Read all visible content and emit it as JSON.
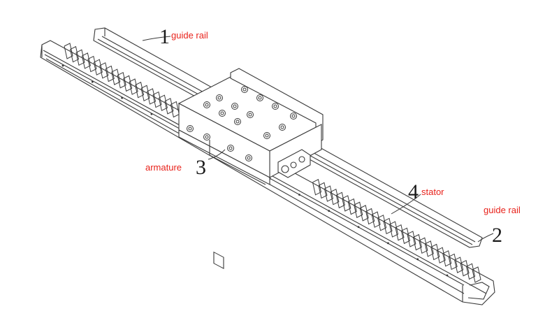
{
  "labels": {
    "guide_rail_1": {
      "number": "1",
      "text": "guide rail"
    },
    "guide_rail_2": {
      "number": "2",
      "text": "guide rail"
    },
    "armature": {
      "number": "3",
      "text": "armature"
    },
    "stator": {
      "number": "4",
      "text": "stator"
    }
  },
  "colors": {
    "label_text": "#e8221b",
    "line_art": "#3a3a3a",
    "background": "#ffffff"
  }
}
